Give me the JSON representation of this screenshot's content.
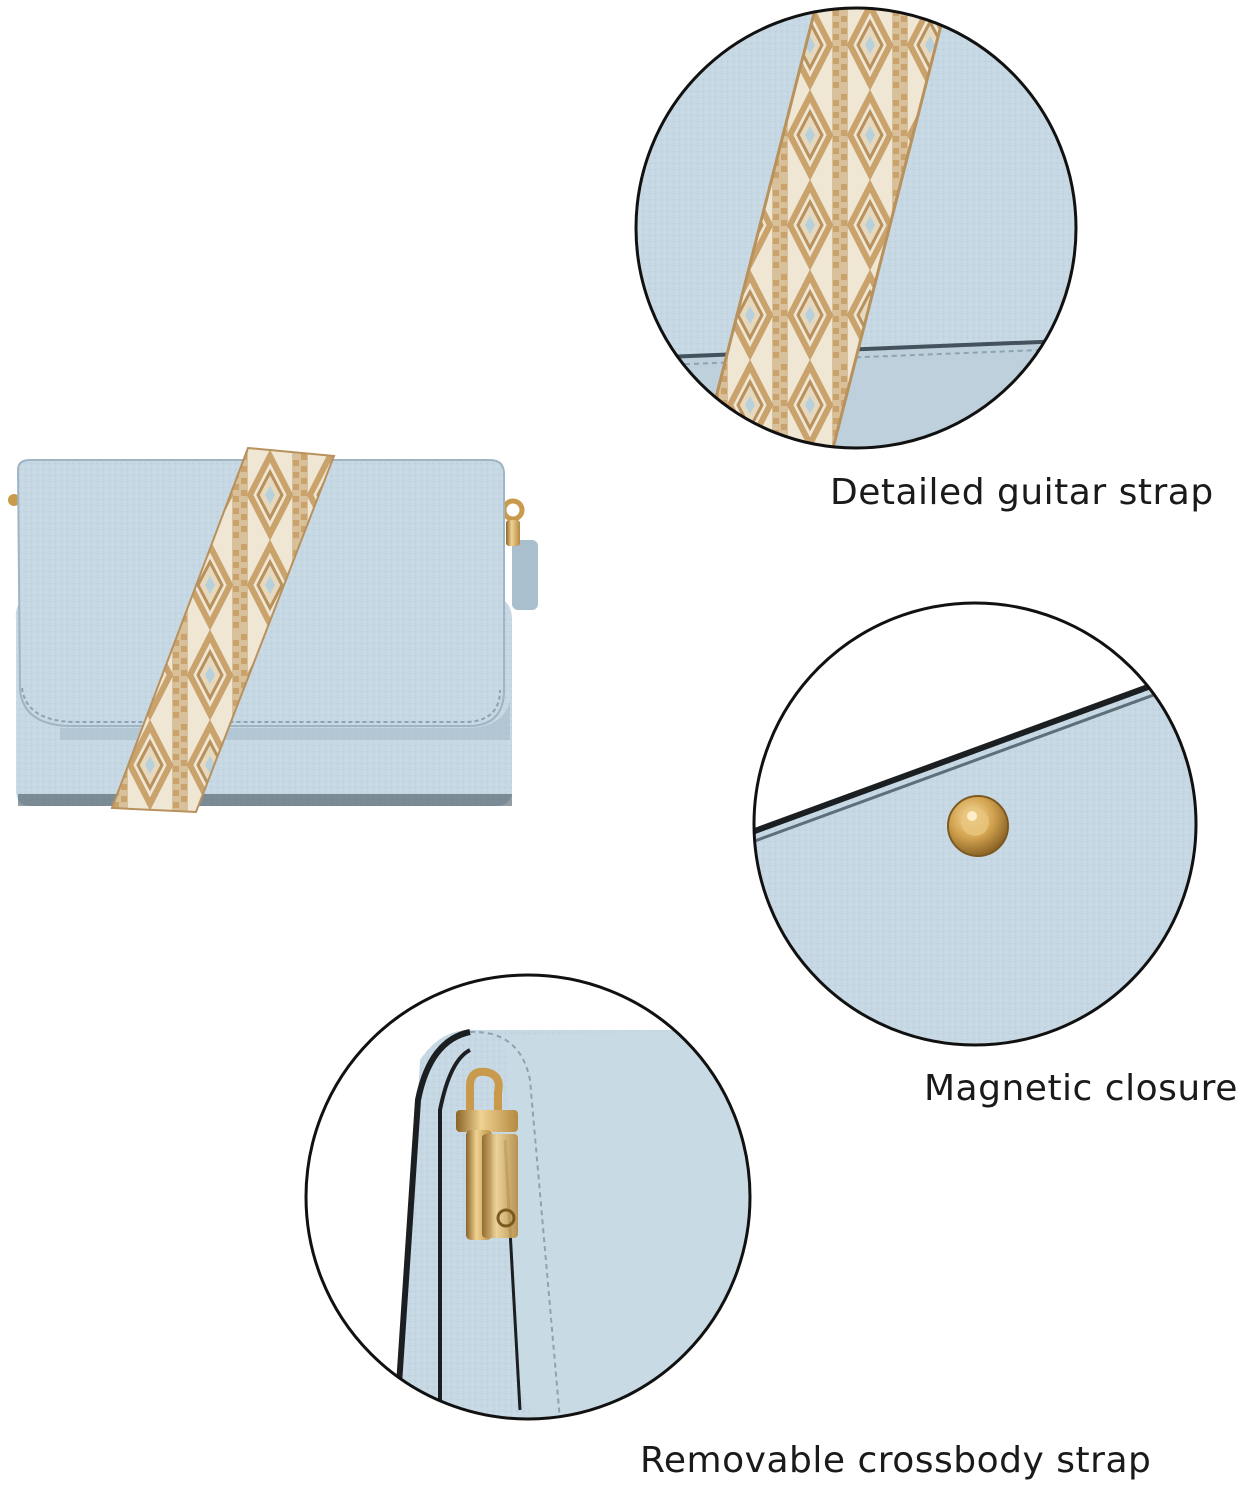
{
  "captions": {
    "strap": "Detailed guitar strap",
    "closure": "Magnetic closure",
    "crossbody": "Removable crossbody strap"
  },
  "colors": {
    "background": "#ffffff",
    "bag_leather": "#c6d8e3",
    "bag_shadow": "#a9bfcd",
    "strap_gold": "#d4b383",
    "strap_cream": "#efe6d3",
    "hardware_gold": "#d3a658",
    "circle_border": "#111111"
  },
  "icons": {
    "bag": "handbag-photo",
    "strap_detail": "strap-closeup",
    "closure_detail": "magnetic-snap-closeup",
    "crossbody_detail": "side-hardware-closeup"
  }
}
